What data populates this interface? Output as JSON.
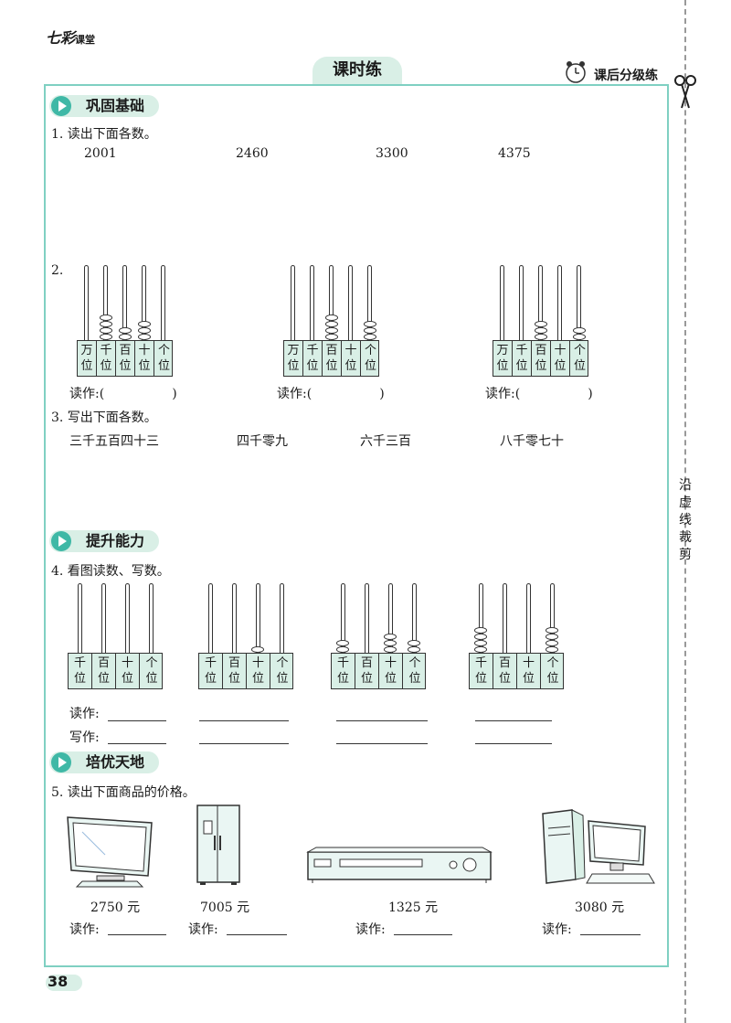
{
  "brand": {
    "name": "七彩",
    "suffix": "课堂"
  },
  "header": {
    "title": "课时练",
    "subtitle": "课后分级练"
  },
  "cut_text": [
    "沿",
    "虚",
    "线",
    "裁",
    "剪"
  ],
  "section1": {
    "title": "巩固基础"
  },
  "q1": {
    "prompt": "1. 读出下面各数。",
    "numbers": [
      "2001",
      "2460",
      "3300",
      "4375"
    ]
  },
  "q2": {
    "label": "2.",
    "places5": [
      [
        "万",
        "位"
      ],
      [
        "千",
        "位"
      ],
      [
        "百",
        "位"
      ],
      [
        "十",
        "位"
      ],
      [
        "个",
        "位"
      ]
    ],
    "read_label": "读作:(",
    "read_close": ")",
    "abacus_beads": [
      [
        0,
        4,
        2,
        3,
        0
      ],
      [
        0,
        0,
        4,
        0,
        3
      ],
      [
        0,
        0,
        3,
        0,
        2
      ]
    ]
  },
  "q3": {
    "prompt": "3. 写出下面各数。",
    "items": [
      "三千五百四十三",
      "四千零九",
      "六千三百",
      "八千零七十"
    ]
  },
  "section2": {
    "title": "提升能力"
  },
  "q4": {
    "prompt": "4. 看图读数、写数。",
    "places4": [
      [
        "千",
        "位"
      ],
      [
        "百",
        "位"
      ],
      [
        "十",
        "位"
      ],
      [
        "个",
        "位"
      ]
    ],
    "read_label": "读作:",
    "write_label": "写作:",
    "abacus_beads": [
      [
        0,
        0,
        0,
        0
      ],
      [
        0,
        0,
        1,
        0
      ],
      [
        2,
        0,
        3,
        2
      ],
      [
        4,
        0,
        0,
        4
      ]
    ]
  },
  "section3": {
    "title": "培优天地"
  },
  "q5": {
    "prompt": "5. 读出下面商品的价格。",
    "prices": [
      "2750 元",
      "7005 元",
      "1325 元",
      "3080 元"
    ],
    "read_label": "读作:"
  },
  "page_number": "38"
}
